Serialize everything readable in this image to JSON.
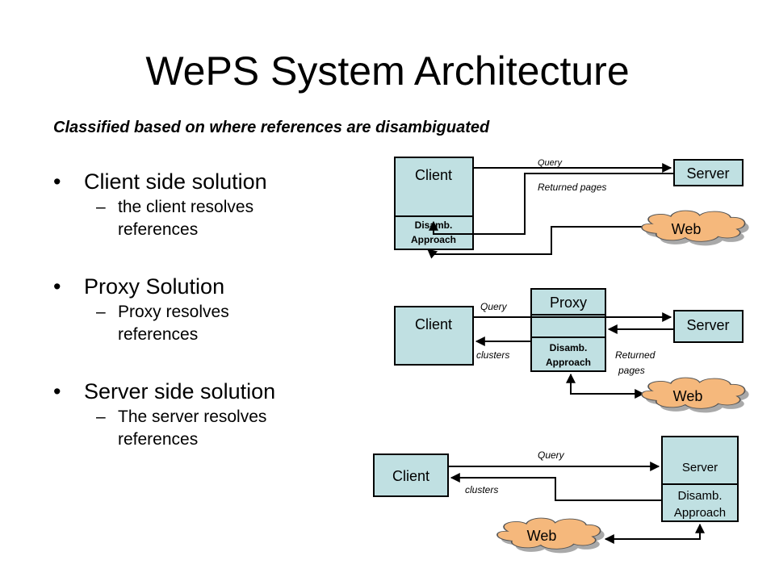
{
  "title": "WePS System Architecture",
  "subtitle": "Classified based on where references are disambiguated",
  "bullets": [
    {
      "label": "Client side solution",
      "sub_lines": [
        "the client resolves",
        "references"
      ]
    },
    {
      "label": "Proxy Solution",
      "sub_lines": [
        "Proxy resolves",
        "references"
      ]
    },
    {
      "label": "Server side solution",
      "sub_lines": [
        "The server resolves",
        "references"
      ]
    }
  ],
  "diagram1": {
    "client": "Client",
    "disamb_line1": "Disamb.",
    "disamb_line2": "Approach",
    "server": "Server",
    "web": "Web",
    "query": "Query",
    "returned": "Returned pages"
  },
  "diagram2": {
    "client": "Client",
    "proxy": "Proxy",
    "disamb_line1": "Disamb.",
    "disamb_line2": "Approach",
    "server": "Server",
    "web": "Web",
    "query": "Query",
    "clusters": "clusters",
    "returned_line1": "Returned",
    "returned_line2": "pages"
  },
  "diagram3": {
    "client": "Client",
    "server": "Server",
    "disamb_line1": "Disamb.",
    "disamb_line2": "Approach",
    "web": "Web",
    "query": "Query",
    "clusters": "clusters"
  },
  "colors": {
    "box_fill": "#c0e0e2",
    "cloud_fill": "#f5b87c",
    "cloud_shadow": "#a9a9a9"
  }
}
